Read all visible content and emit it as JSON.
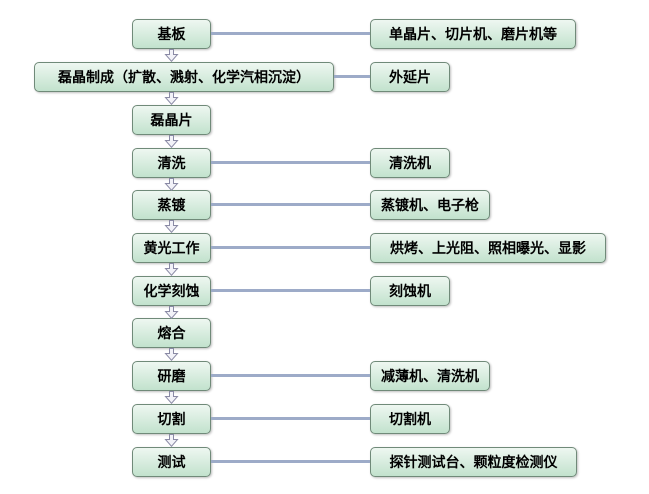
{
  "flowchart": {
    "rows": [
      {
        "step": "基板",
        "equipment": "单晶片、切片机、磨片机等"
      },
      {
        "step": "磊晶制成（扩散、溅射、化学汽相沉淀）",
        "equipment": "外延片"
      },
      {
        "step": "磊晶片",
        "equipment": null
      },
      {
        "step": "清洗",
        "equipment": "清洗机"
      },
      {
        "step": "蒸镀",
        "equipment": "蒸镀机、电子枪"
      },
      {
        "step": "黄光工作",
        "equipment": "烘烤、上光阻、照相曝光、显影"
      },
      {
        "step": "化学刻蚀",
        "equipment": "刻蚀机"
      },
      {
        "step": "熔合",
        "equipment": null
      },
      {
        "step": "研磨",
        "equipment": "减薄机、清洗机"
      },
      {
        "step": "切割",
        "equipment": "切割机"
      },
      {
        "step": "测试",
        "equipment": "探针测试台、颗粒度检测仪"
      }
    ],
    "colors": {
      "background": "#ffffff",
      "box_fill_top": "#eef7f1",
      "box_fill_bottom": "#c2e2cd",
      "box_border": "#708a79",
      "connector": "#9dabc8",
      "arrow_fill": "#f2f2f8",
      "arrow_outline": "#8a8aa5",
      "text": "#000000"
    },
    "icons": {
      "down_arrow": "block-down-arrow-icon"
    }
  }
}
